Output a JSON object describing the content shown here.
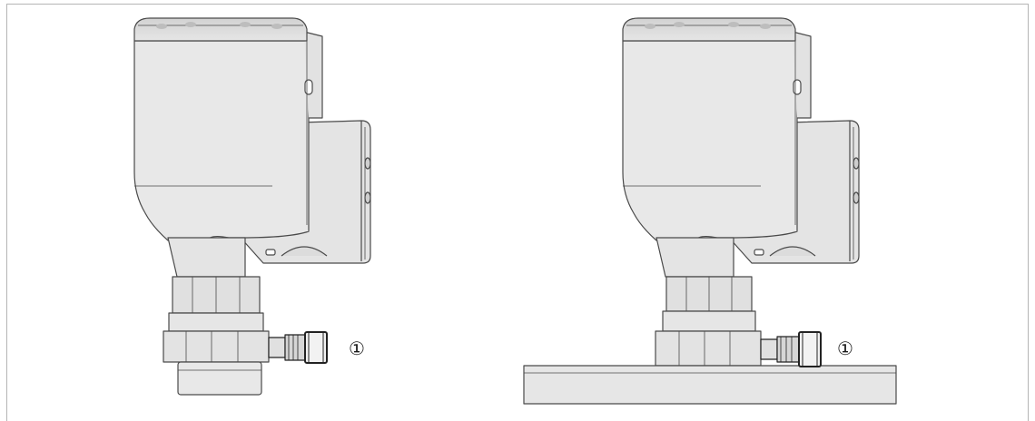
{
  "figures": [
    {
      "callout": "①",
      "mounting": "threaded"
    },
    {
      "callout": "①",
      "mounting": "flange"
    }
  ],
  "colors": {
    "body_fill": "#e8e8e8",
    "body_shade": "#d6d6d6",
    "cap_fill": "#dadada",
    "fitting_fill": "#e4e4e4",
    "outline": "#4a4a4a",
    "valve_dark": "#222222"
  }
}
